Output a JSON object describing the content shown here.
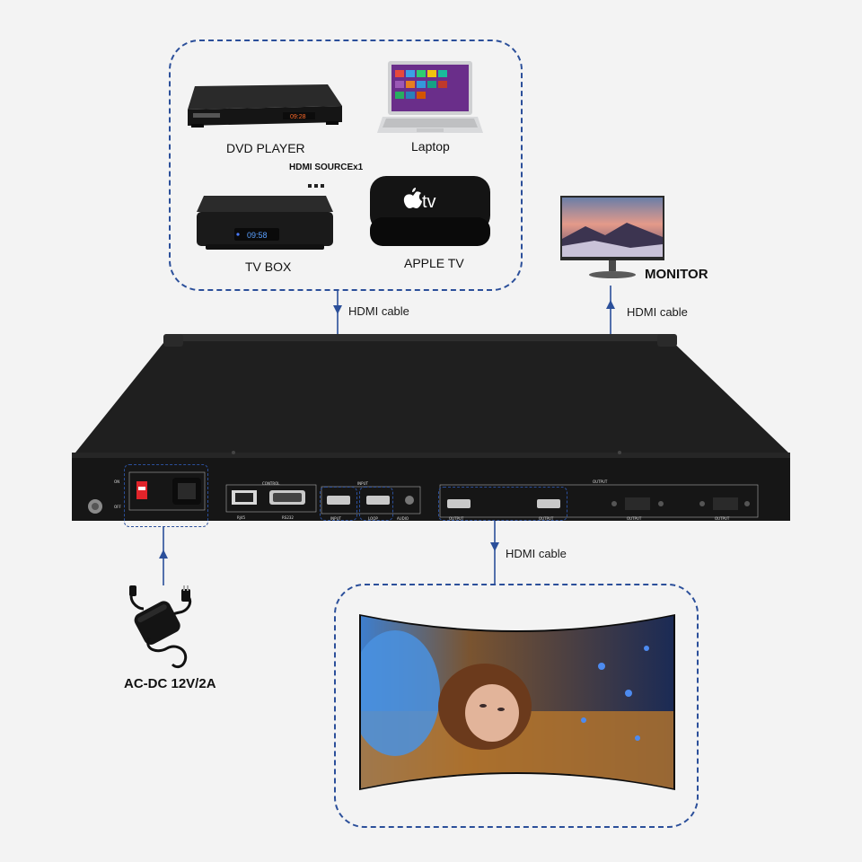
{
  "sources": {
    "dvd_label": "DVD PLAYER",
    "laptop_label": "Laptop",
    "tvbox_label": "TV BOX",
    "appletv_label": "APPLE TV",
    "hdmi_source_label": "HDMI SOURCEx1",
    "tvbox_clock": "09:58",
    "dvd_display": "09:28",
    "appletv_brand": "tv"
  },
  "monitor": {
    "label": "MONITOR"
  },
  "cables": {
    "source_cable": "HDMI cable",
    "monitor_cable": "HDMI cable",
    "output_cable": "HDMI cable"
  },
  "power": {
    "label": "AC-DC 12V/2A"
  },
  "device": {
    "control_label": "CONTROL",
    "input_label": "INPUT",
    "output_label": "OUTPUT",
    "rj45_label": "RJ45",
    "rs232_label": "RS232",
    "input_port_label": "INPUT",
    "loop_label": "LOOP",
    "audio_label": "AUDIO",
    "output1_label": "OUTPUT",
    "output2_label": "OUTPUT",
    "output3_label": "OUTPUT",
    "output4_label": "OUTPUT",
    "on_label": "ON",
    "off_label": "OFF"
  },
  "colors": {
    "dash": "#2b4f9a",
    "arrow": "#2b4f9a",
    "device_body": "#1c1c1c",
    "switch_red": "#e0242a"
  }
}
